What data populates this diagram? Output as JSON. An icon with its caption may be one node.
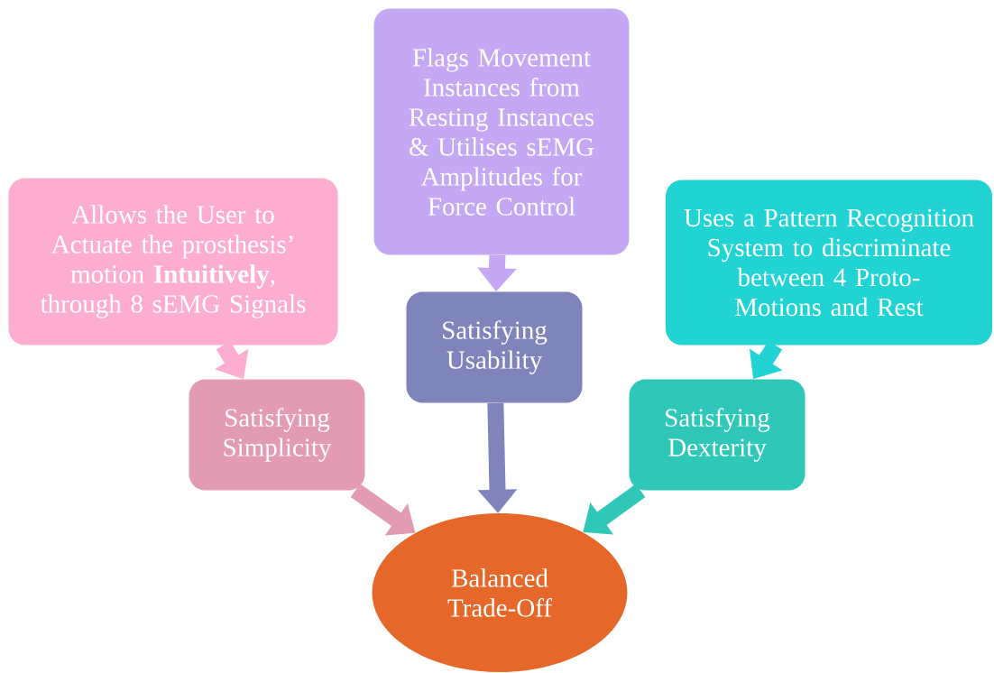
{
  "diagram": {
    "nodes": [
      {
        "text": [
          "Allows the User to Actuate the prosthesis’ motion **Intuitively**, through 8 sEMG Signals"
        ]
      },
      {
        "text": [
          "Flags Movement Instances from Resting Instances & Utilises sEMG Amplitudes for Force Control"
        ]
      },
      {
        "text": [
          "Uses a Pattern Recognition System to discriminate between 4 Proto-Motions and Rest"
        ]
      },
      {
        "text": [
          "Satisfying Simplicity"
        ]
      },
      {
        "text": [
          "Satisfying Usability"
        ]
      },
      {
        "text": [
          "Satisfying Dexterity"
        ]
      },
      {
        "text": [
          "Balanced Trade-Off"
        ]
      }
    ],
    "edges": [
      {
        "from": 0,
        "to": 3,
        "arrow": "to",
        "color": "#fdadd0"
      },
      {
        "from": 1,
        "to": 4,
        "arrow": "to",
        "color": "#c5a8f4"
      },
      {
        "from": 2,
        "to": 5,
        "arrow": "to",
        "color": "#22d3d3"
      },
      {
        "from": 3,
        "to": 6,
        "arrow": "to",
        "color": "#e29bb2"
      },
      {
        "from": 4,
        "to": 6,
        "arrow": "to",
        "color": "#7f84bb"
      },
      {
        "from": 5,
        "to": 6,
        "arrow": "to",
        "color": "#2ec7b8"
      }
    ]
  }
}
